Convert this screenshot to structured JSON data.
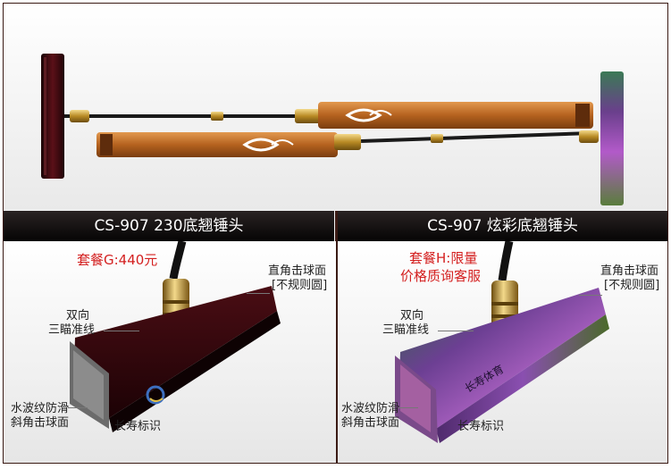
{
  "banners": {
    "left": "CS-907 230底翘锤头",
    "right": "CS-907 炫彩底翘锤头"
  },
  "left_panel": {
    "price": "套餐G:440元",
    "face_label_1": "直角击球面",
    "face_label_2": "[不规则圆]",
    "sight_label_1": "双向",
    "sight_label_2": "三瞄准线",
    "bevel_label_1": "水波纹防滑",
    "bevel_label_2": "斜角击球面",
    "logo_label": "长寿标识"
  },
  "right_panel": {
    "price_1": "套餐H:限量",
    "price_2": "价格质询客服",
    "face_label_1": "直角击球面",
    "face_label_2": "[不规则圆]",
    "sight_label_1": "双向",
    "sight_label_2": "三瞄准线",
    "bevel_label_1": "水波纹防滑",
    "bevel_label_2": "斜角击球面",
    "logo_label": "长寿标识",
    "head_text": "长寿体育"
  },
  "colors": {
    "red_price": "#d42020",
    "banner_bg": "#0a0808",
    "grip_orange": "#c9772e",
    "head_maroon": "#3b0a0e",
    "brass": "#c9a340"
  }
}
